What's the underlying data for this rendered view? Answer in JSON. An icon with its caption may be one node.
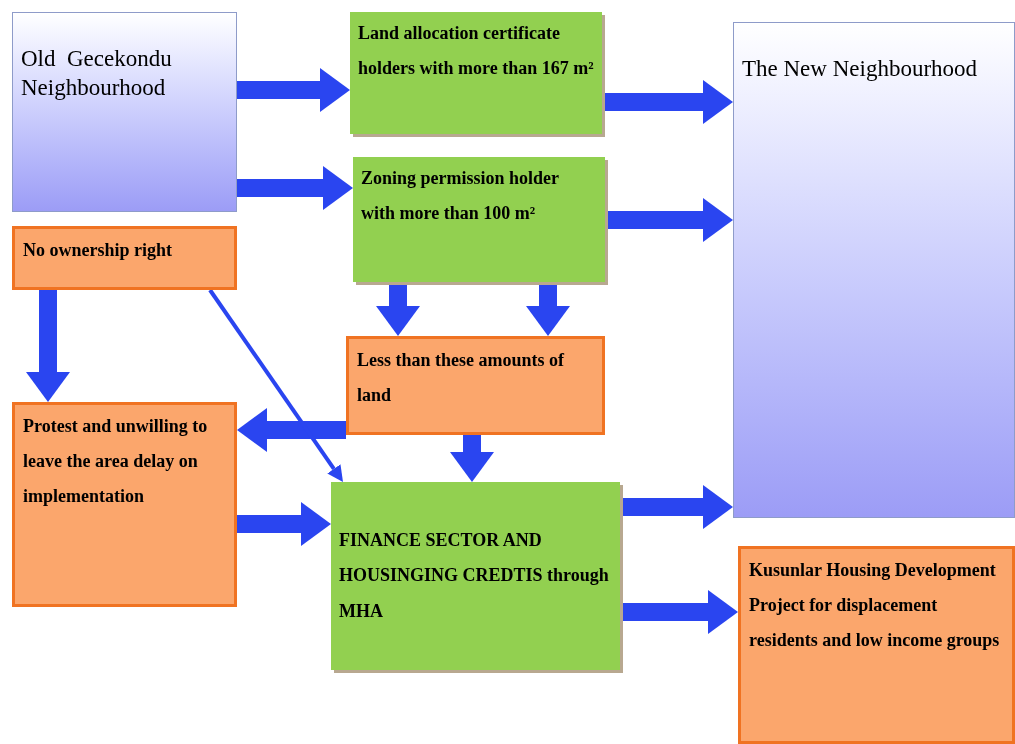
{
  "diagram": {
    "nodes": [
      {
        "text": [
          "Old  Gecekondu Neighbourhood"
        ]
      },
      {
        "text": [
          "No ownership right"
        ]
      },
      {
        "text": [
          "Land allocation certificate holders with more than 167 m²"
        ]
      },
      {
        "text": [
          "Zoning permission holder with more than 100 m²"
        ]
      },
      {
        "text": [
          "The New Neighbourhood"
        ]
      },
      {
        "text": [
          "Less than these amounts of land"
        ]
      },
      {
        "text": [
          "Protest and unwilling to leave the area delay on implementation"
        ]
      },
      {
        "text": [
          "FINANCE SECTOR AND HOUSINGING CREDTIS through MHA"
        ]
      },
      {
        "text": [
          "Kusunlar Housing Development Project for displacement residents and low income groups"
        ]
      }
    ],
    "edges": [
      {
        "from": 0,
        "to": 2,
        "arrow": "to"
      },
      {
        "from": 0,
        "to": 3,
        "arrow": "to"
      },
      {
        "from": 2,
        "to": 4,
        "arrow": "to"
      },
      {
        "from": 3,
        "to": 4,
        "arrow": "to"
      },
      {
        "from": 3,
        "to": 5,
        "arrow": "to"
      },
      {
        "from": 3,
        "to": 5,
        "arrow": "to"
      },
      {
        "from": 1,
        "to": 6,
        "arrow": "to"
      },
      {
        "from": 5,
        "to": 6,
        "arrow": "to"
      },
      {
        "from": 1,
        "to": 7,
        "arrow": "to"
      },
      {
        "from": 5,
        "to": 7,
        "arrow": "to"
      },
      {
        "from": 6,
        "to": 7,
        "arrow": "to"
      },
      {
        "from": 7,
        "to": 4,
        "arrow": "to"
      },
      {
        "from": 7,
        "to": 8,
        "arrow": "to"
      }
    ]
  }
}
